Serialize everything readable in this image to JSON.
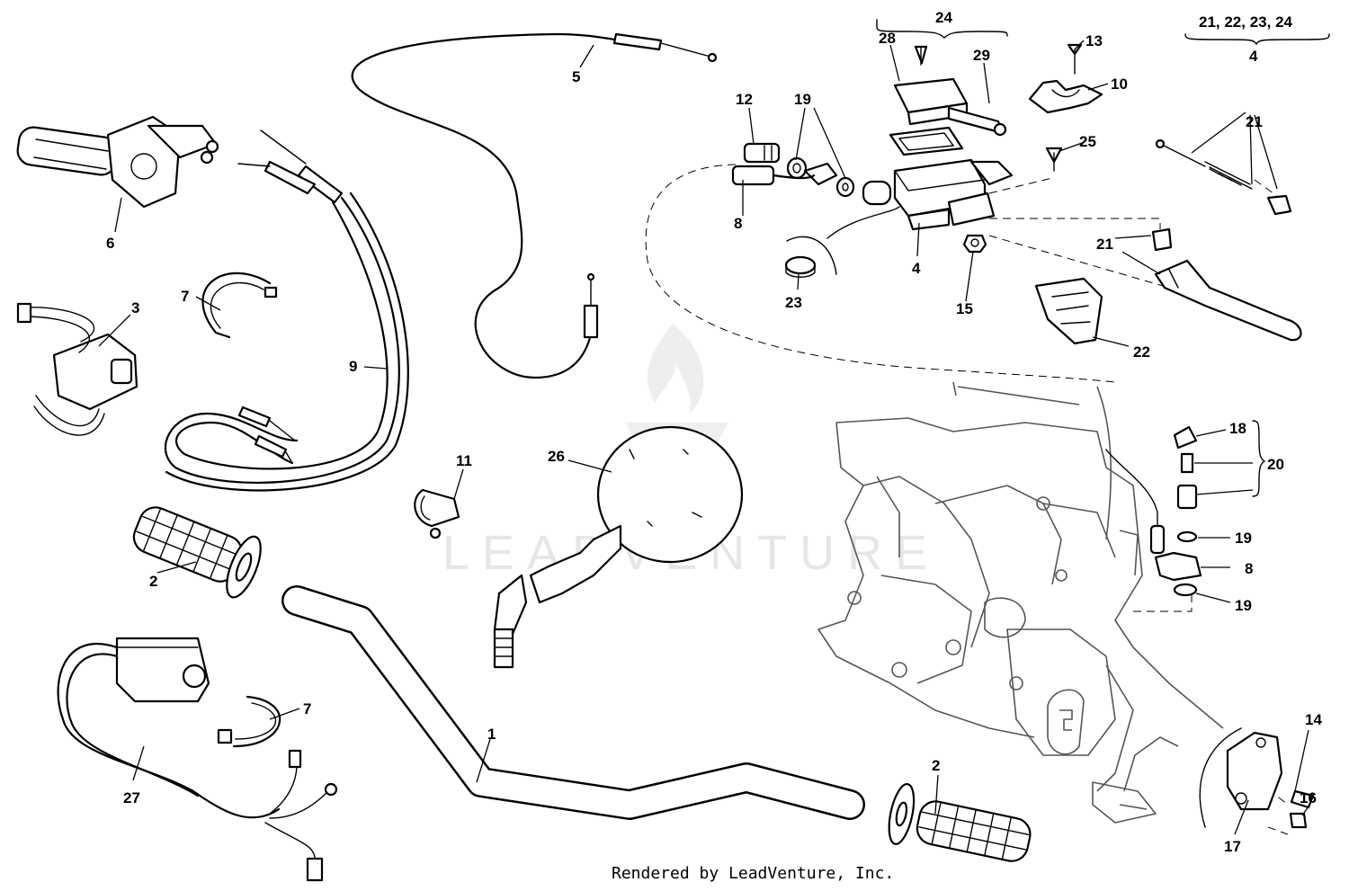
{
  "callouts": [
    {
      "label": "24"
    },
    {
      "label": "21, 22, 23, 24"
    },
    {
      "label": "4"
    },
    {
      "label": "28"
    },
    {
      "label": "29"
    },
    {
      "label": "13"
    },
    {
      "label": "10"
    },
    {
      "label": "5"
    },
    {
      "label": "12"
    },
    {
      "label": "19"
    },
    {
      "label": "25"
    },
    {
      "label": "21"
    },
    {
      "label": "6"
    },
    {
      "label": "8"
    },
    {
      "label": "4"
    },
    {
      "label": "21"
    },
    {
      "label": "23"
    },
    {
      "label": "15"
    },
    {
      "label": "22"
    },
    {
      "label": "7"
    },
    {
      "label": "3"
    },
    {
      "label": "9"
    },
    {
      "label": "18"
    },
    {
      "label": "20"
    },
    {
      "label": "11"
    },
    {
      "label": "26"
    },
    {
      "label": "19"
    },
    {
      "label": "2"
    },
    {
      "label": "8"
    },
    {
      "label": "19"
    },
    {
      "label": "7"
    },
    {
      "label": "1"
    },
    {
      "label": "2"
    },
    {
      "label": "14"
    },
    {
      "label": "27"
    },
    {
      "label": "16"
    },
    {
      "label": "17"
    }
  ],
  "footer": {
    "credit": "Rendered by LeadVenture, Inc."
  },
  "watermark": {
    "text": "LEADVENTURE"
  }
}
